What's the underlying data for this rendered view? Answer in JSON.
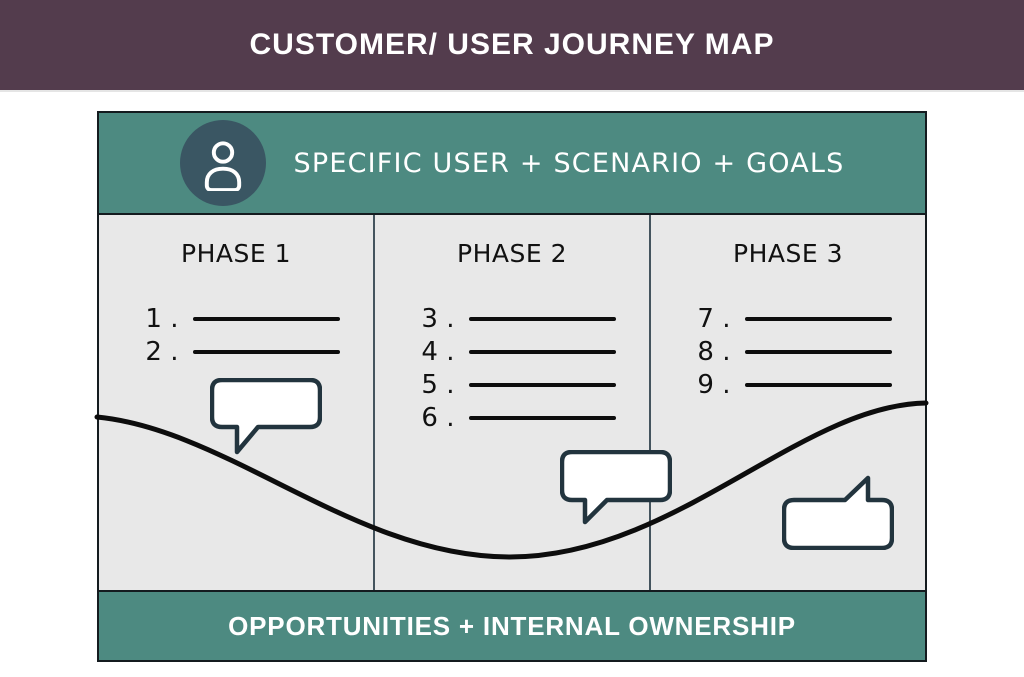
{
  "title_bar": {
    "title": "CUSTOMER/ USER JOURNEY MAP"
  },
  "board": {
    "user_header": {
      "icon": "person-icon",
      "label": "SPECIFIC USER + SCENARIO + GOALS"
    },
    "phases": [
      {
        "label": "PHASE 1",
        "steps": [
          "1 .",
          "2 ."
        ]
      },
      {
        "label": "PHASE 2",
        "steps": [
          "3 .",
          "4 .",
          "5 .",
          "6 ."
        ]
      },
      {
        "label": "PHASE 3",
        "steps": [
          "7 .",
          "8 .",
          "9 ."
        ]
      }
    ],
    "footer": {
      "label": "OPPORTUNITIES + INTERNAL OWNERSHIP"
    }
  },
  "decorations": {
    "journey_curve": "wave-line",
    "speech_bubble_count": 3
  },
  "colors": {
    "title_bar_bg": "#533C4D",
    "teal_bg": "#4D8A81",
    "avatar_bg": "#3A5663",
    "column_bg": "#E8E8E8",
    "ink": "#0D0D0D",
    "bubble_border": "#22343E"
  }
}
